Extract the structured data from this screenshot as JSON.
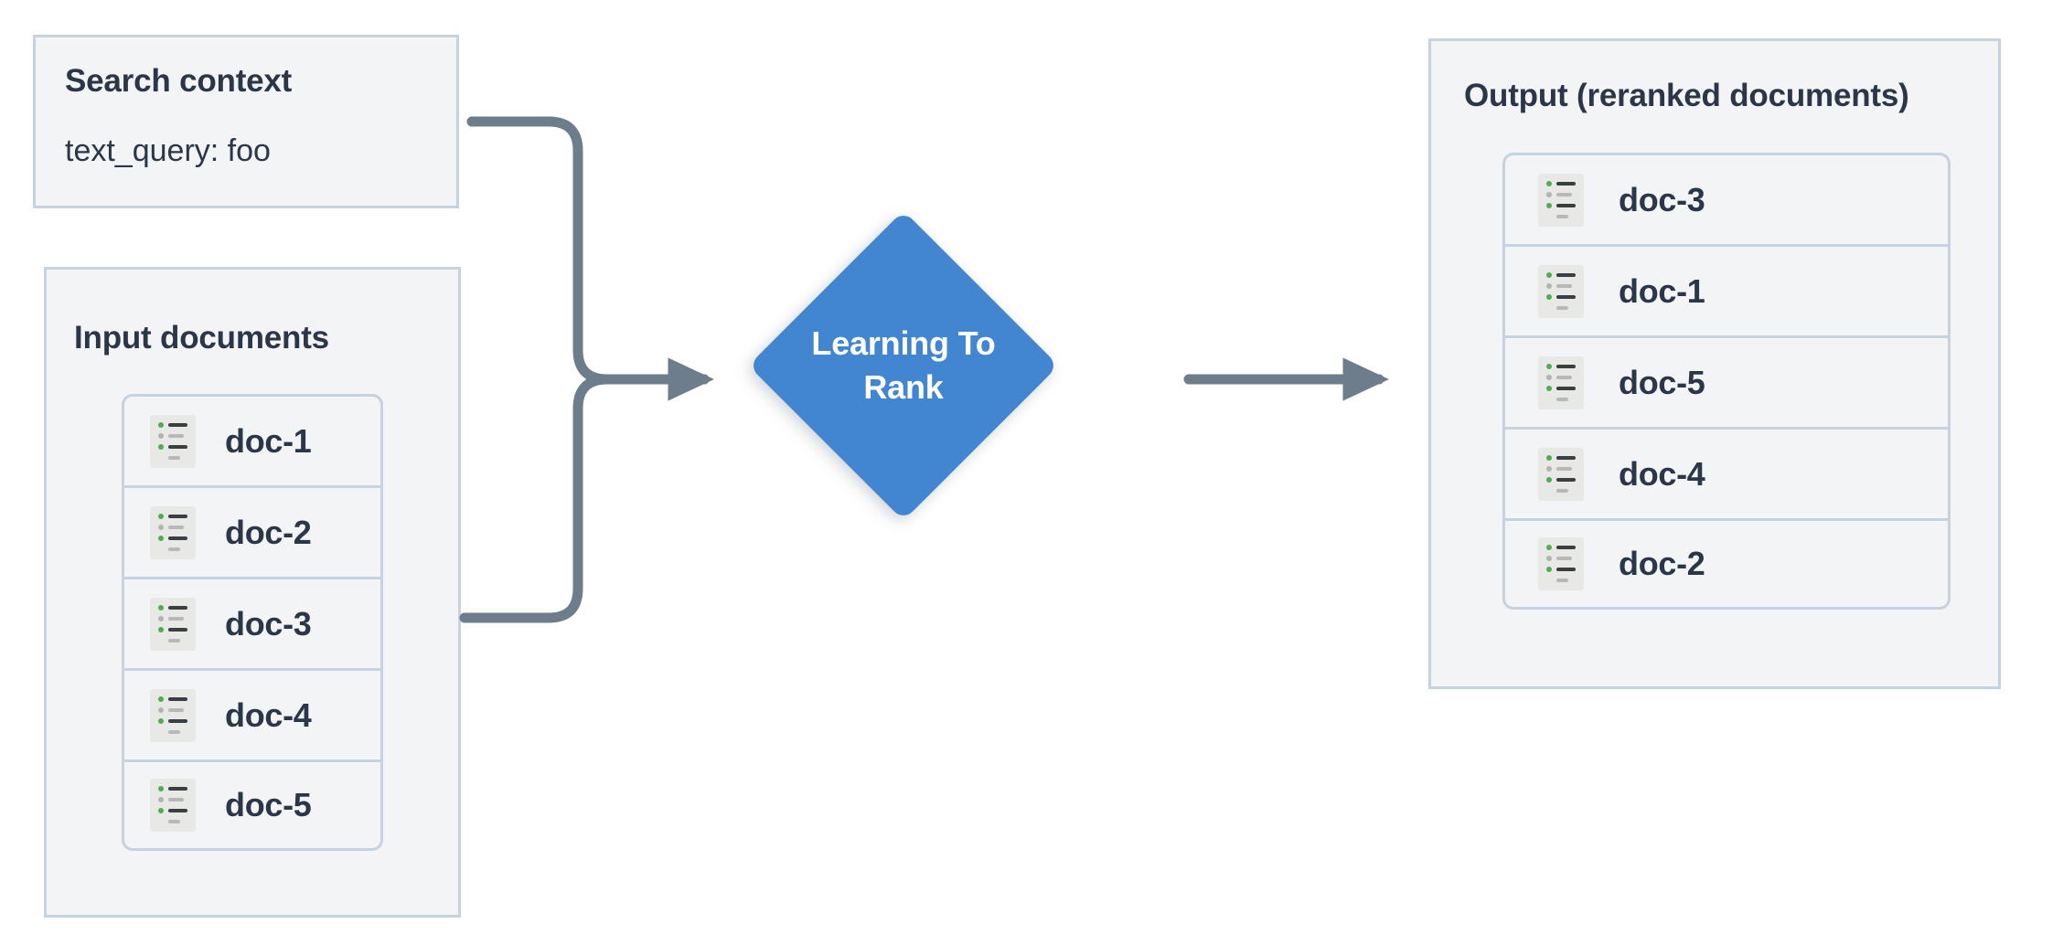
{
  "diagram": {
    "title": "Learning To Rank reranking flow",
    "background": "#ffffff",
    "colors": {
      "panel_fill": "#f2f4f6",
      "panel_border": "#c6d2de",
      "text": "#2b3748",
      "node_blue": "#4285d1",
      "node_text": "#ffffff",
      "connector": "#6e7d8c",
      "icon_bg": "#e8e8e7",
      "icon_bullet_green": "#4caf50",
      "icon_bullet_gray": "#b3b3b3",
      "icon_bar_dark": "#3a3f44",
      "icon_bar_gray": "#b8b8b8"
    }
  },
  "search_context": {
    "title": "Search context",
    "field": "text_query: foo"
  },
  "input_documents": {
    "title": "Input documents",
    "docs": [
      {
        "label": "doc-1",
        "icon": "document-list-icon"
      },
      {
        "label": "doc-2",
        "icon": "document-list-icon"
      },
      {
        "label": "doc-3",
        "icon": "document-list-icon"
      },
      {
        "label": "doc-4",
        "icon": "document-list-icon"
      },
      {
        "label": "doc-5",
        "icon": "document-list-icon"
      }
    ]
  },
  "ltr_node": {
    "label": "Learning To\nRank",
    "shape": "diamond"
  },
  "output_documents": {
    "title": "Output (reranked documents)",
    "docs": [
      {
        "label": "doc-3",
        "icon": "document-list-icon"
      },
      {
        "label": "doc-1",
        "icon": "document-list-icon"
      },
      {
        "label": "doc-5",
        "icon": "document-list-icon"
      },
      {
        "label": "doc-4",
        "icon": "document-list-icon"
      },
      {
        "label": "doc-2",
        "icon": "document-list-icon"
      }
    ]
  },
  "connectors": [
    {
      "name": "search-context-to-ltr",
      "from": "search_context",
      "to": "ltr_node",
      "arrowhead": true
    },
    {
      "name": "input-documents-to-ltr",
      "from": "input_documents",
      "to": "ltr_node",
      "arrowhead": true
    },
    {
      "name": "ltr-to-output",
      "from": "ltr_node",
      "to": "output_documents",
      "arrowhead": true
    }
  ]
}
